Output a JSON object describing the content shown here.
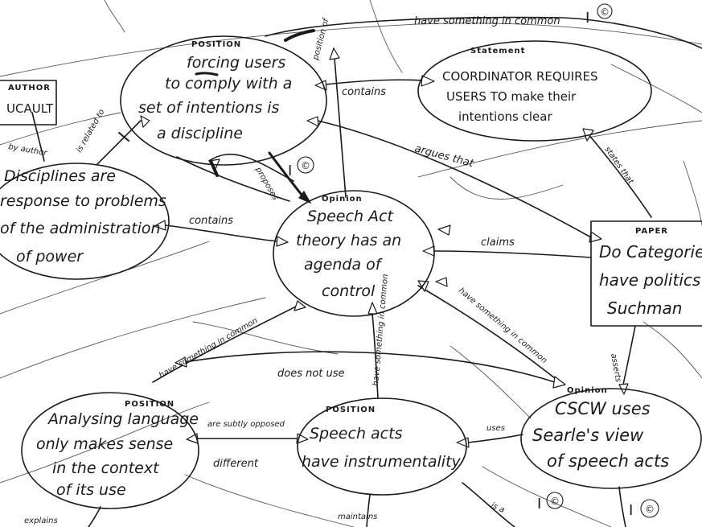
{
  "nodes": {
    "position_top": {
      "tag": "POSITION",
      "lines": [
        "forcing users",
        "to comply with a",
        "set of intentions is",
        "a discipline"
      ]
    },
    "statement_coordinator": {
      "tag": "Statement",
      "lines": [
        "COORDINATOR REQUIRES",
        "USERS TO make their",
        "intentions clear"
      ]
    },
    "author_foucault": {
      "tag": "AUTHOR",
      "lines": [
        "UCAULT"
      ]
    },
    "disciplines": {
      "lines": [
        "Disciplines are",
        "response to problems",
        "of the administration",
        "of power"
      ]
    },
    "opinion_speech_act": {
      "tag": "Opinion",
      "lines": [
        "Speech Act",
        "theory has an",
        "agenda of",
        "control"
      ]
    },
    "paper_categories": {
      "tag": "PAPER",
      "lines": [
        "Do Categories",
        "have politics",
        "Suchman"
      ]
    },
    "position_analysing": {
      "tag": "POSITION",
      "lines": [
        "Analysing language",
        "only makes sense",
        "in the context",
        "of its use"
      ]
    },
    "position_speech_acts": {
      "tag": "POSITION",
      "lines": [
        "Speech acts",
        "have instrumentality"
      ]
    },
    "opinion_cscw": {
      "tag": "Opinion",
      "lines": [
        "CSCW uses",
        "Searle's view",
        "of speech acts"
      ]
    }
  },
  "edges": {
    "have_something": "have something in common",
    "contains": "contains",
    "argues_that": "argues that",
    "states_that": "states that",
    "claims": "claims",
    "contains_left": "contains",
    "does_not_use": "does not use",
    "are_subtly_opposed": "are subtly opposed",
    "different": "different",
    "have_something_left": "have something in common",
    "have_something_mid": "have something in common",
    "have_something_right": "have something in common",
    "is_related_to": "is related to",
    "uses": "uses",
    "asserts": "asserts",
    "is_a": "is a",
    "maintains": "maintains",
    "position_of": "position of",
    "by_author": "by author",
    "proposes": "proposes",
    "explains": "explains"
  },
  "marks": {
    "copyright": "©",
    "i_mark": "I"
  }
}
